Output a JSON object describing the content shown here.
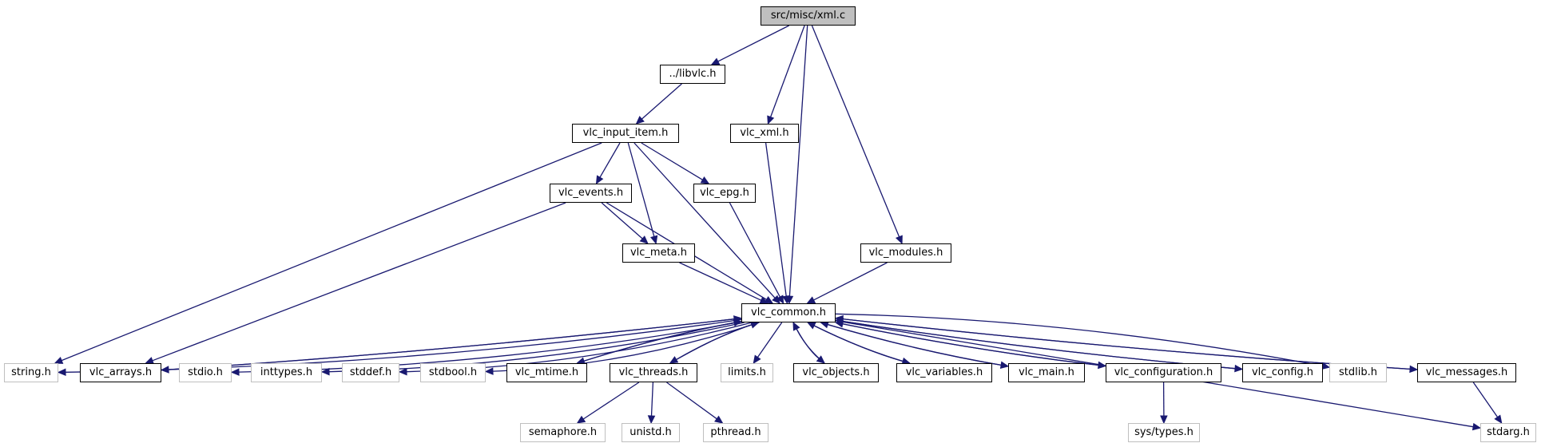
{
  "colors": {
    "edge": "#191970",
    "root_fill": "#bfbfbf",
    "system_border": "#bfbfbf",
    "node_border": "#000000"
  },
  "nodes": [
    {
      "id": "xml_c",
      "label": "src/misc/xml.c",
      "kind": "root"
    },
    {
      "id": "libvlc",
      "label": "../libvlc.h",
      "kind": "local"
    },
    {
      "id": "input_item",
      "label": "vlc_input_item.h",
      "kind": "local"
    },
    {
      "id": "vlc_xml",
      "label": "vlc_xml.h",
      "kind": "local"
    },
    {
      "id": "events",
      "label": "vlc_events.h",
      "kind": "local"
    },
    {
      "id": "epg",
      "label": "vlc_epg.h",
      "kind": "local"
    },
    {
      "id": "meta",
      "label": "vlc_meta.h",
      "kind": "local"
    },
    {
      "id": "modules",
      "label": "vlc_modules.h",
      "kind": "local"
    },
    {
      "id": "common",
      "label": "vlc_common.h",
      "kind": "local"
    },
    {
      "id": "string",
      "label": "string.h",
      "kind": "system"
    },
    {
      "id": "arrays",
      "label": "vlc_arrays.h",
      "kind": "local"
    },
    {
      "id": "stdio",
      "label": "stdio.h",
      "kind": "system"
    },
    {
      "id": "inttypes",
      "label": "inttypes.h",
      "kind": "system"
    },
    {
      "id": "stddef",
      "label": "stddef.h",
      "kind": "system"
    },
    {
      "id": "stdbool",
      "label": "stdbool.h",
      "kind": "system"
    },
    {
      "id": "mtime",
      "label": "vlc_mtime.h",
      "kind": "local"
    },
    {
      "id": "threads",
      "label": "vlc_threads.h",
      "kind": "local"
    },
    {
      "id": "limits",
      "label": "limits.h",
      "kind": "system"
    },
    {
      "id": "objects",
      "label": "vlc_objects.h",
      "kind": "local"
    },
    {
      "id": "variables",
      "label": "vlc_variables.h",
      "kind": "local"
    },
    {
      "id": "main",
      "label": "vlc_main.h",
      "kind": "local"
    },
    {
      "id": "configuration",
      "label": "vlc_configuration.h",
      "kind": "local"
    },
    {
      "id": "config",
      "label": "vlc_config.h",
      "kind": "local"
    },
    {
      "id": "stdlib",
      "label": "stdlib.h",
      "kind": "system"
    },
    {
      "id": "messages",
      "label": "vlc_messages.h",
      "kind": "local"
    },
    {
      "id": "semaphore",
      "label": "semaphore.h",
      "kind": "system"
    },
    {
      "id": "unistd",
      "label": "unistd.h",
      "kind": "system"
    },
    {
      "id": "pthread",
      "label": "pthread.h",
      "kind": "system"
    },
    {
      "id": "systypes",
      "label": "sys/types.h",
      "kind": "system"
    },
    {
      "id": "stdarg",
      "label": "stdarg.h",
      "kind": "system"
    }
  ],
  "edges": [
    [
      "xml_c",
      "libvlc"
    ],
    [
      "xml_c",
      "vlc_xml"
    ],
    [
      "xml_c",
      "common"
    ],
    [
      "xml_c",
      "modules"
    ],
    [
      "libvlc",
      "input_item"
    ],
    [
      "input_item",
      "string"
    ],
    [
      "input_item",
      "common"
    ],
    [
      "input_item",
      "events"
    ],
    [
      "input_item",
      "meta"
    ],
    [
      "input_item",
      "epg"
    ],
    [
      "vlc_xml",
      "common"
    ],
    [
      "events",
      "arrays"
    ],
    [
      "events",
      "common"
    ],
    [
      "events",
      "meta"
    ],
    [
      "epg",
      "common"
    ],
    [
      "meta",
      "common"
    ],
    [
      "modules",
      "common"
    ],
    [
      "common",
      "string"
    ],
    [
      "common",
      "arrays"
    ],
    [
      "common",
      "stdio"
    ],
    [
      "common",
      "inttypes"
    ],
    [
      "common",
      "stddef"
    ],
    [
      "common",
      "stdbool"
    ],
    [
      "common",
      "mtime"
    ],
    [
      "common",
      "threads"
    ],
    [
      "common",
      "limits"
    ],
    [
      "common",
      "objects"
    ],
    [
      "common",
      "variables"
    ],
    [
      "common",
      "main"
    ],
    [
      "common",
      "configuration"
    ],
    [
      "common",
      "config"
    ],
    [
      "common",
      "stdlib"
    ],
    [
      "common",
      "messages"
    ],
    [
      "common",
      "stdarg"
    ],
    [
      "arrays",
      "common"
    ],
    [
      "mtime",
      "common"
    ],
    [
      "threads",
      "common"
    ],
    [
      "objects",
      "common"
    ],
    [
      "variables",
      "common"
    ],
    [
      "main",
      "common"
    ],
    [
      "configuration",
      "common"
    ],
    [
      "config",
      "common"
    ],
    [
      "messages",
      "common"
    ],
    [
      "threads",
      "semaphore"
    ],
    [
      "threads",
      "unistd"
    ],
    [
      "threads",
      "pthread"
    ],
    [
      "configuration",
      "systypes"
    ],
    [
      "messages",
      "stdarg"
    ]
  ]
}
